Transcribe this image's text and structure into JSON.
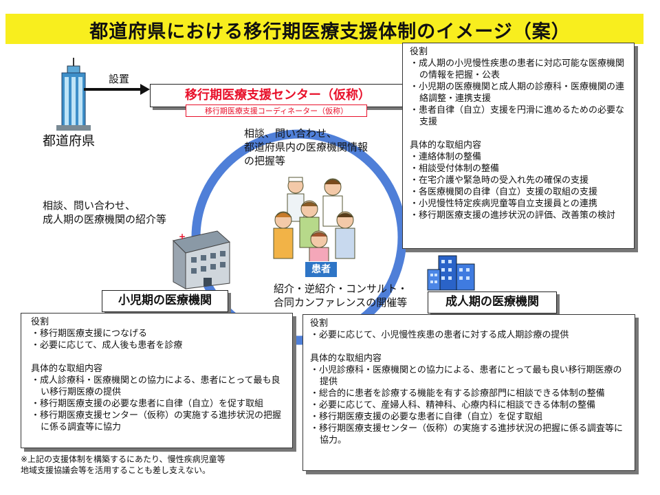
{
  "title": "都道府県における移行期医療支援体制のイメージ（案）",
  "colors": {
    "accent_red": "#e8102a",
    "title_bg": "#f8ee1e",
    "circle": "#4f7fd8"
  },
  "prefecture": {
    "label": "都道府県",
    "arrow_label": "設置",
    "icon": "office-tower-icon"
  },
  "center": {
    "title": "移行期医療支援センター（仮称）",
    "subtitle": "移行期医療支援コーディネーター（仮称）"
  },
  "center_roles": {
    "role_heading": "役割",
    "roles": [
      "・成人期の小児慢性疾患の患者に対応可能な医療機関の情報を把握・公表",
      "・小児期の医療機関と成人期の診療科・医療機関の連絡調整・連携支援",
      "・患者自律（自立）支援を円滑に進めるための必要な支援"
    ],
    "actions_heading": "具体的な取組内容",
    "actions": [
      "・連絡体制の整備",
      "・相談受付体制の整備",
      "・在宅介護や緊急時の受入れ先の確保の支援",
      "・各医療機関の自律（自立）支援の取組の支援",
      "・小児慢性特定疾病児童等自立支援員との連携",
      "・移行期医療支援の進捗状況の評価、改善策の検討"
    ]
  },
  "flows": {
    "top": [
      "相談、問い合わせ、",
      "都道府県内の医療機関情報",
      "の把握等"
    ],
    "left": [
      "相談、問い合わせ、",
      "成人期の医療機関の紹介等"
    ],
    "bottom": [
      "紹介・逆紹介・コンサルト・",
      "合同カンファレンスの開催等"
    ]
  },
  "patient_label": "患者",
  "pediatric": {
    "label": "小児期の医療機関",
    "role_heading": "役割",
    "roles": [
      "・移行期医療支援につなげる",
      "・必要に応じて、成人後も患者を診療"
    ],
    "actions_heading": "具体的な取組内容",
    "actions": [
      "・成人診療科・医療機関との協力による、患者にとって最も良い移行期医療の提供",
      "・移行期医療支援の必要な患者に自律（自立）を促す取組",
      "・移行期医療支援センター（仮称）の実施する進捗状況の把握に係る調査等に協力"
    ]
  },
  "adult": {
    "label": "成人期の医療機関",
    "role_heading": "役割",
    "roles": [
      "・必要に応じて、小児慢性疾患の患者に対する成人期診療の提供"
    ],
    "actions_heading": "具体的な取組内容",
    "actions": [
      "・小児診療科・医療機関との協力による、患者にとって最も良い移行期医療の提供",
      "・総合的に患者を診療する機能を有する診療部門に相談できる体制の整備",
      "・必要に応じて、産婦人科、精神科、心療内科に相談できる体制の整備",
      "・移行期医療支援の必要な患者に自律（自立）を促す取組",
      "・移行期医療支援センター（仮称）の実施する進捗状況の把握に係る調査等に協力。"
    ]
  },
  "footnote": [
    "※上記の支援体制を構築するにあたり、慢性疾病児童等",
    "地域支援協議会等を活用することも差し支えない。"
  ]
}
